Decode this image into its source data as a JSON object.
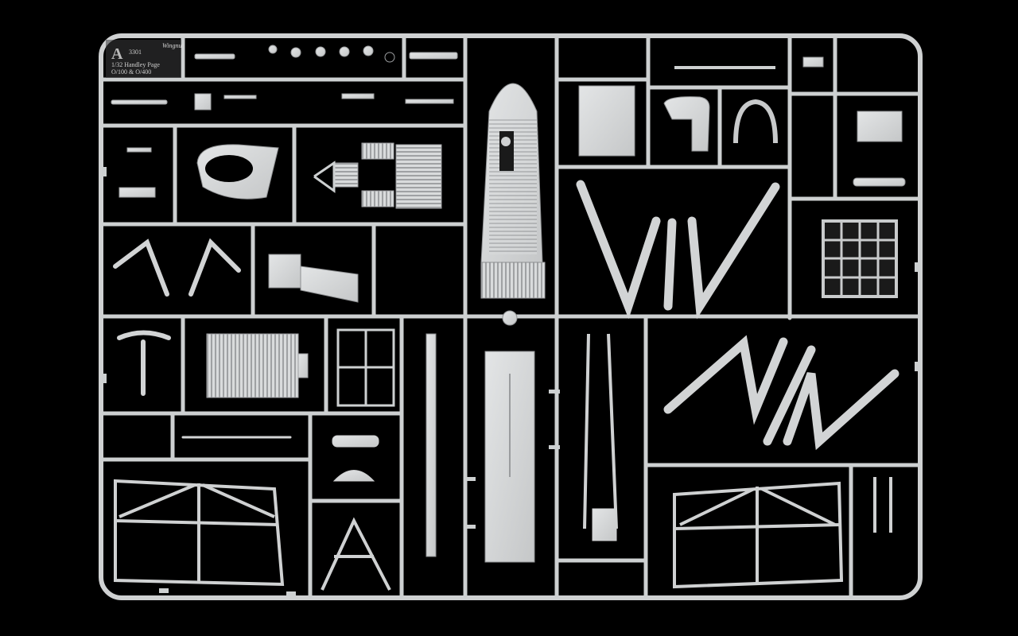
{
  "photo": {
    "subject": "",
    "background_color": "#000000",
    "plastic_color": "#d6d8d9",
    "shadow_color": "#a7a9ab"
  },
  "sprue_tag": {
    "letter": "A",
    "code": "3301",
    "line1": "1/32 Handley Page",
    "line2": "O/100 & O/400"
  },
  "brand_mark": "Wingnut"
}
